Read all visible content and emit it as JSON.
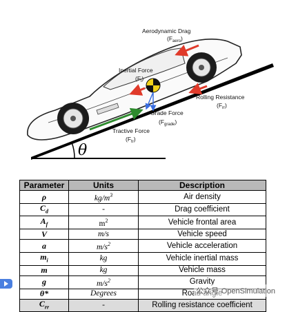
{
  "diagram": {
    "forces": {
      "aero": {
        "label": "Aerodynamic Drag",
        "sub": "(F",
        "sub_idx": "aero",
        "close": ")"
      },
      "inertial": {
        "label": "Inertial Force",
        "sub": "(F",
        "sub_idx": "i",
        "close": ")"
      },
      "rolling": {
        "label": "Rolling Resistance",
        "sub": "(F",
        "sub_idx": "rr",
        "close": ")"
      },
      "grade": {
        "label": "Grade Force",
        "sub": "(F",
        "sub_idx": "grade",
        "close": ")"
      },
      "tractive": {
        "label": "Tractive Force",
        "sub": "(F",
        "sub_idx": "tr",
        "close": ")"
      }
    },
    "angle_symbol": "θ",
    "colors": {
      "red_arrow": "#e03a2a",
      "green_arrow": "#2e8b2e",
      "blue_arrow": "#3a6ee0",
      "cg_yellow": "#f2d21b"
    }
  },
  "table": {
    "headers": [
      "Parameter",
      "Units",
      "Description"
    ],
    "rows": [
      {
        "sym": "ρ",
        "sub": "",
        "unit": "kg/m",
        "unit_sup": "3",
        "plain": false,
        "desc": "Air density"
      },
      {
        "sym": "C",
        "sub": "d",
        "unit": "-",
        "unit_sup": "",
        "plain": true,
        "desc": "Drag coefficient"
      },
      {
        "sym": "A",
        "sub": "f",
        "unit": "m",
        "unit_sup": "2",
        "plain": true,
        "desc": "Vehicle frontal area"
      },
      {
        "sym": "V",
        "sub": "",
        "unit": "m/s",
        "unit_sup": "",
        "plain": false,
        "desc": "Vehicle speed"
      },
      {
        "sym": "a",
        "sub": "",
        "unit": "m/s",
        "unit_sup": "2",
        "plain": false,
        "desc": "Vehicle acceleration"
      },
      {
        "sym": "m",
        "sub": "i",
        "unit": "kg",
        "unit_sup": "",
        "plain": false,
        "desc": "Vehicle inertial mass"
      },
      {
        "sym": "m",
        "sub": "",
        "unit": "kg",
        "unit_sup": "",
        "plain": false,
        "desc": "Vehicle mass"
      },
      {
        "sym": "g",
        "sub": "",
        "unit": "m/s",
        "unit_sup": "2",
        "plain": false,
        "desc": "Gravity"
      },
      {
        "sym": "θ*",
        "sub": "",
        "unit": "Degrees",
        "unit_sup": "",
        "plain": false,
        "desc": "Road angle"
      },
      {
        "sym": "C",
        "sub": "rr",
        "unit": "-",
        "unit_sup": "",
        "plain": true,
        "desc": "Rolling resistance coefficient"
      }
    ]
  },
  "watermark": "公众号·OpenSimulation"
}
